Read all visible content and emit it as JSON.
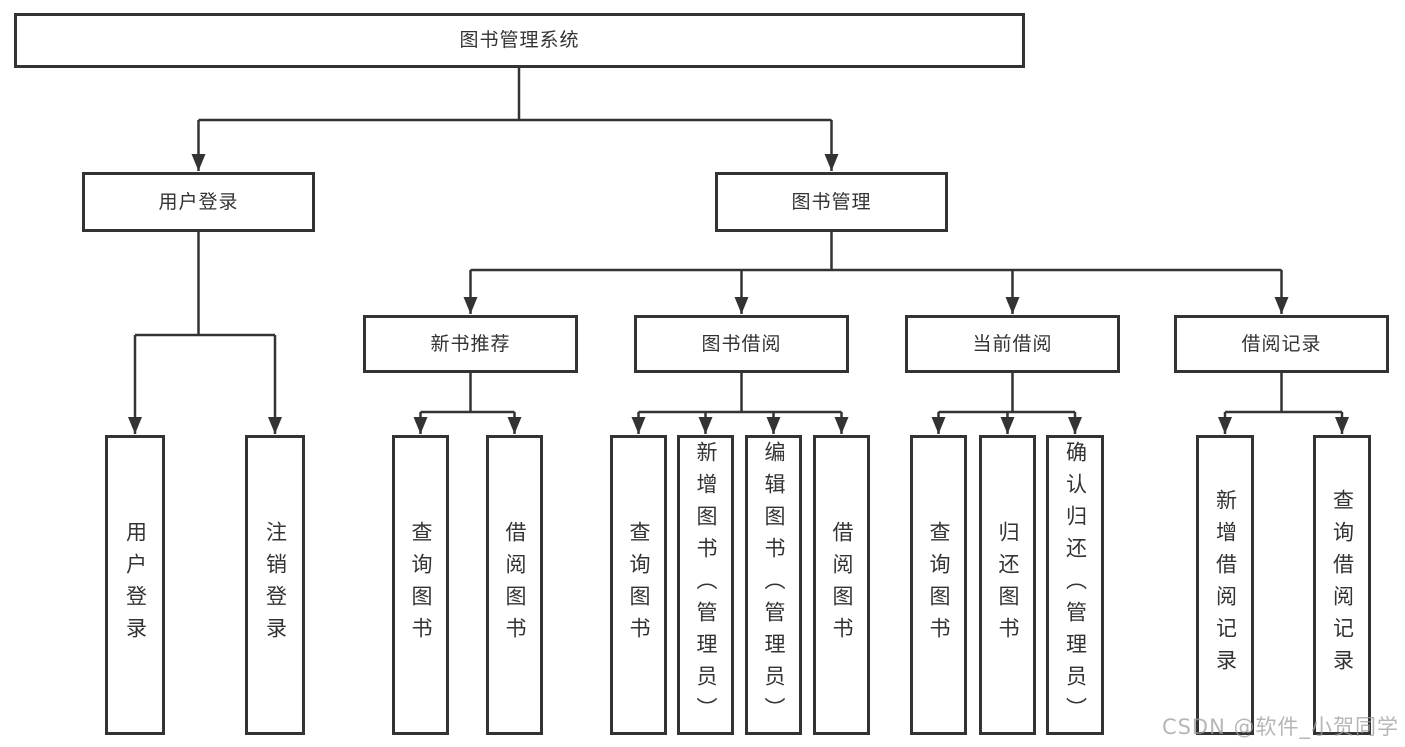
{
  "diagram": {
    "root": {
      "label": "图书管理系统",
      "children": [
        {
          "label": "用户登录",
          "children": [
            {
              "label": "用户登录"
            },
            {
              "label": "注销登录"
            }
          ]
        },
        {
          "label": "图书管理",
          "children": [
            {
              "label": "新书推荐",
              "children": [
                {
                  "label": "查询图书"
                },
                {
                  "label": "借阅图书"
                }
              ]
            },
            {
              "label": "图书借阅",
              "children": [
                {
                  "label": "查询图书"
                },
                {
                  "label": "新增图书（管理员）"
                },
                {
                  "label": "编辑图书（管理员）"
                },
                {
                  "label": "借阅图书"
                }
              ]
            },
            {
              "label": "当前借阅",
              "children": [
                {
                  "label": "查询图书"
                },
                {
                  "label": "归还图书"
                },
                {
                  "label": "确认归还（管理员）"
                }
              ]
            },
            {
              "label": "借阅记录",
              "children": [
                {
                  "label": "新增借阅记录"
                },
                {
                  "label": "查询借阅记录"
                }
              ]
            }
          ]
        }
      ]
    },
    "watermark": "CSDN @软件_小贺同学",
    "colors": {
      "line": "#333333",
      "box_border": "#333333",
      "text": "#333333",
      "background": "#ffffff",
      "watermark": "#9e9e9e"
    }
  }
}
